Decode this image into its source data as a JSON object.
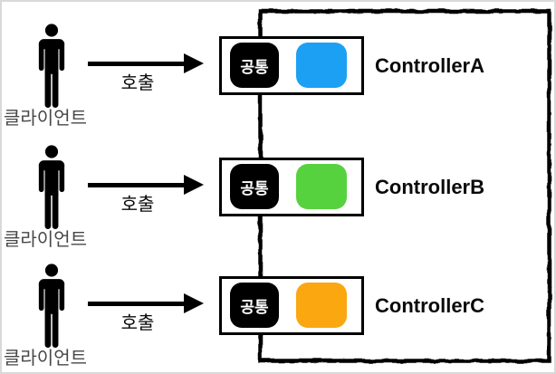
{
  "canvas": {
    "background": "#ffffff",
    "frame_color": "#d9d9d9"
  },
  "boundary_box": {
    "border_color": "#000000",
    "style": "hand-drawn"
  },
  "rows": [
    {
      "client_label": "클라이언트",
      "call_label": "호출",
      "common_label": "공통",
      "controller_label": "ControllerA",
      "accent_color": "#1CA0F4"
    },
    {
      "client_label": "클라이언트",
      "call_label": "호출",
      "common_label": "공통",
      "controller_label": "ControllerB",
      "accent_color": "#57D23F"
    },
    {
      "client_label": "클라이언트",
      "call_label": "호출",
      "common_label": "공통",
      "controller_label": "ControllerC",
      "accent_color": "#FBA70F"
    }
  ]
}
